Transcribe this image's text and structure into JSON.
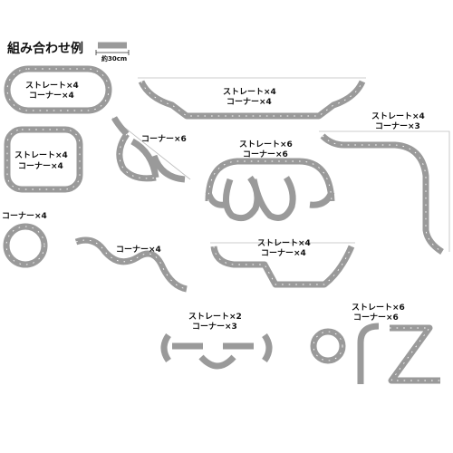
{
  "title": "組み合わせ例",
  "scale_label": "約30cm",
  "examples": [
    {
      "id": "oval",
      "line1": "ストレート×4",
      "line2": "コーナー×4"
    },
    {
      "id": "rounded-square",
      "line1": "ストレート×4",
      "line2": "コーナー×4"
    },
    {
      "id": "circle",
      "line1": "コーナー×4"
    },
    {
      "id": "wave",
      "line1": "コーナー×4"
    },
    {
      "id": "fan",
      "line1": "コーナー×6"
    },
    {
      "id": "arc-top",
      "line1": "ストレート×4",
      "line2": "コーナー×4"
    },
    {
      "id": "clover",
      "line1": "ストレート×6",
      "line2": "コーナー×6"
    },
    {
      "id": "right-angle",
      "line1": "ストレート×4",
      "line2": "コーナー×3"
    },
    {
      "id": "arc-bottom",
      "line1": "ストレート×4",
      "line2": "コーナー×4"
    },
    {
      "id": "face",
      "line1": "ストレート×2",
      "line2": "コーナー×3"
    },
    {
      "id": "orz",
      "line1": "ストレート×6",
      "line2": "コーナー×6"
    }
  ]
}
